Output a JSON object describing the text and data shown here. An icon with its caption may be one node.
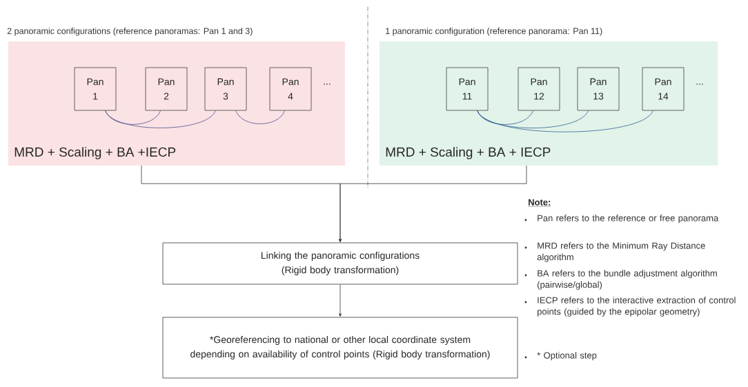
{
  "diagram": {
    "nodes": [
      {
        "text": [
          "2 panoramic configurations (reference panoramas: Pan 1 and 3)",
          "MRD + Scaling + BA +IECP"
        ]
      },
      {
        "text": [
          "Pan 1"
        ],
        "in": 0
      },
      {
        "text": [
          "Pan 2"
        ],
        "in": 0
      },
      {
        "text": [
          "Pan 3"
        ],
        "in": 0
      },
      {
        "text": [
          "Pan 4"
        ],
        "in": 0
      },
      {
        "text": [
          "1 panoramic configuration (reference panorama: Pan 11)",
          "MRD + Scaling + BA + IECP"
        ]
      },
      {
        "text": [
          "Pan 11"
        ],
        "in": 5
      },
      {
        "text": [
          "Pan 12"
        ],
        "in": 5
      },
      {
        "text": [
          "Pan 13"
        ],
        "in": 5
      },
      {
        "text": [
          "Pan 14"
        ],
        "in": 5
      },
      {
        "text": [
          "Linking the panoramic configurations (Rigid body transformation)"
        ]
      },
      {
        "text": [
          "*Georeferencing to national or other local coordinate system depending on availability of control points (Rigid body transformation)"
        ]
      }
    ],
    "edges": [
      {
        "from": 1,
        "to": 2,
        "arrow": "none",
        "color": "#4a4f86"
      },
      {
        "from": 1,
        "to": 3,
        "arrow": "none",
        "color": "#4a4f86"
      },
      {
        "from": 3,
        "to": 4,
        "arrow": "none",
        "color": "#4a4f86"
      },
      {
        "from": 6,
        "to": 7,
        "arrow": "none",
        "color": "#2f5f8f"
      },
      {
        "from": 6,
        "to": 8,
        "arrow": "none",
        "color": "#2f5f8f"
      },
      {
        "from": 6,
        "to": 9,
        "arrow": "none",
        "color": "#2f5f8f"
      },
      {
        "from": 0,
        "to": 10,
        "arrow": "to"
      },
      {
        "from": 5,
        "to": 10,
        "arrow": "to"
      },
      {
        "from": 10,
        "to": 11,
        "arrow": "to"
      }
    ],
    "labels": [
      "...",
      "...",
      "Note:",
      "Pan refers to the reference or free panorama",
      "MRD refers to the Minimum Ray Distance algorithm",
      "BA refers to the bundle adjustment algorithm (pairwise/global)",
      "IECP refers to the interactive extraction of control points (guided by the epipolar geometry)",
      "* Optional step"
    ]
  }
}
